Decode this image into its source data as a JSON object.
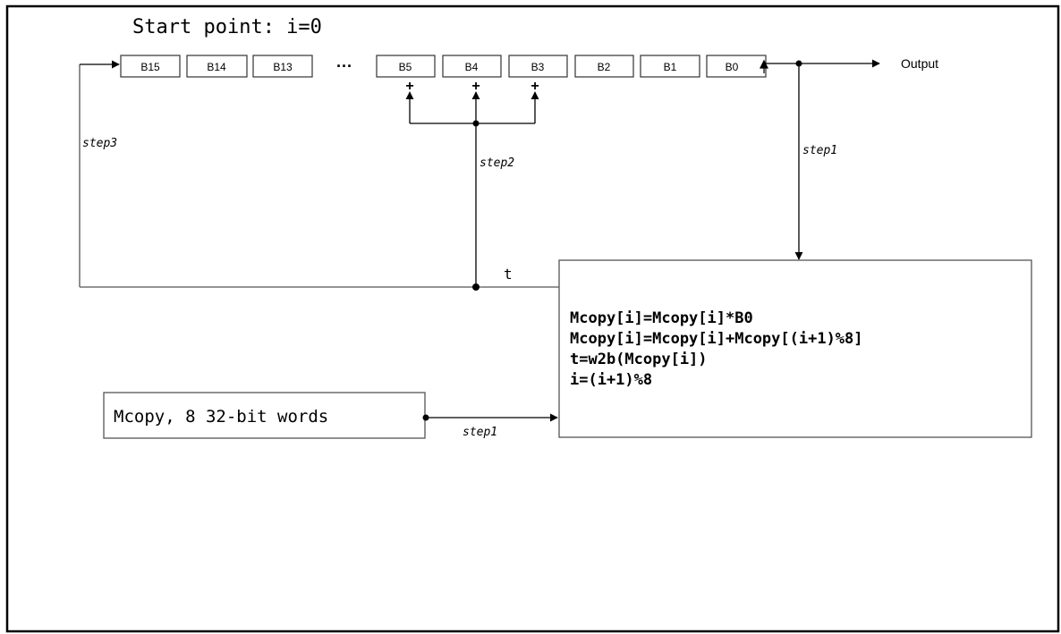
{
  "title": "Start point: i=0",
  "register": {
    "cells": [
      "B15",
      "B14",
      "B13",
      "B5",
      "B4",
      "B3",
      "B2",
      "B1",
      "B0"
    ],
    "ellipsis": "···"
  },
  "output_label": "Output",
  "tap_symbol": "+",
  "labels": {
    "step1_top": "step1",
    "step2": "step2",
    "step3": "step3",
    "step1_bottom": "step1",
    "t": "t"
  },
  "process_box": {
    "lines": [
      "Mcopy[i]=Mcopy[i]*B0",
      "Mcopy[i]=Mcopy[i]+Mcopy[(i+1)%8]",
      "t=w2b(Mcopy[i])",
      "i=(i+1)%8"
    ]
  },
  "mcopy_box": {
    "label": "Mcopy, 8 32-bit words"
  },
  "colors": {
    "line": "#000000",
    "box_border": "#555555",
    "background": "#ffffff"
  }
}
